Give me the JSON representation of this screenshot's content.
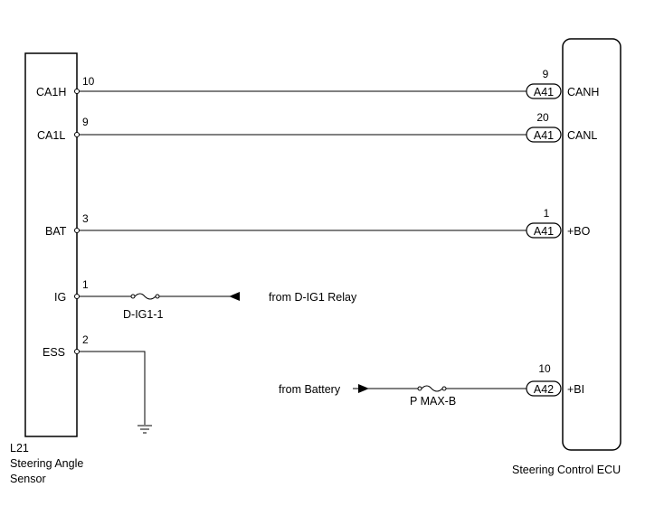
{
  "sensor": {
    "code": "L21",
    "name_line1": "Steering Angle",
    "name_line2": "Sensor",
    "pins": {
      "ca1h": {
        "label": "CA1H",
        "number": "10"
      },
      "ca1l": {
        "label": "CA1L",
        "number": "9"
      },
      "bat": {
        "label": "BAT",
        "number": "3"
      },
      "ig": {
        "label": "IG",
        "number": "1"
      },
      "ess": {
        "label": "ESS",
        "number": "2"
      }
    }
  },
  "ecu": {
    "name": "Steering Control ECU",
    "pins": {
      "canh": {
        "label": "CANH",
        "number": "9",
        "connector": "A41"
      },
      "canl": {
        "label": "CANL",
        "number": "20",
        "connector": "A41"
      },
      "bo": {
        "label": "+BO",
        "number": "1",
        "connector": "A41"
      },
      "bi": {
        "label": "+BI",
        "number": "10",
        "connector": "A42"
      }
    }
  },
  "fuses": {
    "dig1": "D-IG1-1",
    "pmaxb": "P MAX-B"
  },
  "sources": {
    "dig1_relay": "from D-IG1 Relay",
    "battery": "from Battery"
  }
}
